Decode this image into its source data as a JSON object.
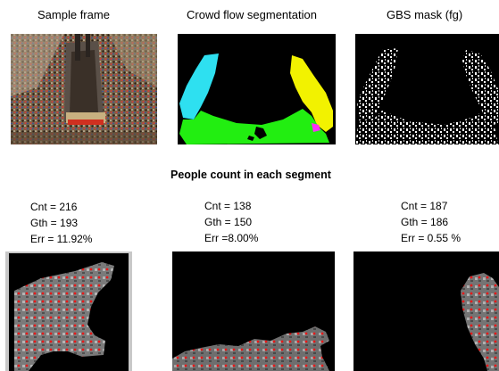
{
  "top_row": {
    "sample_frame_caption": "Sample frame",
    "crowd_flow_caption": "Crowd flow segmentation",
    "gbs_caption": "GBS mask (fg)"
  },
  "section_title": "People count in each segment",
  "segments": [
    {
      "cnt": "Cnt = 216",
      "gth": "Gth = 193",
      "err": "Err = 11.92%"
    },
    {
      "cnt": "Cnt = 138",
      "gth": "Gth = 150",
      "err": "Err =8.00%"
    },
    {
      "cnt": "Cnt = 187",
      "gth": "Gth = 186",
      "err": "Err = 0.55  %"
    }
  ],
  "colors": {
    "segment_cyan": "#2ee0f0",
    "segment_yellow": "#f2f200",
    "segment_green": "#22ee11",
    "segment_magenta": "#ff2cff",
    "count_marker_red": "#e81818"
  }
}
